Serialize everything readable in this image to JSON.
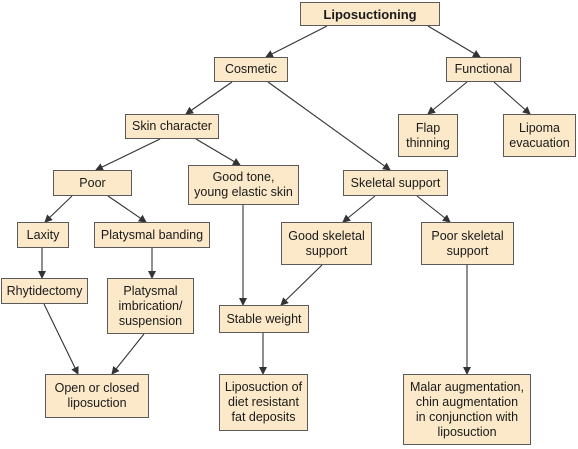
{
  "nodes": {
    "liposuctioning": {
      "label": "Liposuctioning"
    },
    "cosmetic": {
      "label": "Cosmetic"
    },
    "functional": {
      "label": "Functional"
    },
    "flap_thinning": {
      "line1": "Flap",
      "line2": "thinning"
    },
    "lipoma_evacuation": {
      "line1": "Lipoma",
      "line2": "evacuation"
    },
    "skin_character": {
      "label": "Skin character"
    },
    "poor": {
      "label": "Poor"
    },
    "good_tone": {
      "line1": "Good tone,",
      "line2": "young elastic skin"
    },
    "skeletal_support": {
      "label": "Skeletal support"
    },
    "laxity": {
      "label": "Laxity"
    },
    "platysmal_banding": {
      "label": "Platysmal banding"
    },
    "good_skeletal_support": {
      "line1": "Good skeletal",
      "line2": "support"
    },
    "poor_skeletal_support": {
      "line1": "Poor skeletal",
      "line2": "support"
    },
    "rhytidectomy": {
      "label": "Rhytidectomy"
    },
    "platysmal_imbrication": {
      "line1": "Platysmal",
      "line2": "imbrication/",
      "line3": "suspension"
    },
    "stable_weight": {
      "label": "Stable weight"
    },
    "open_closed_liposuction": {
      "line1": "Open or closed",
      "line2": "liposuction"
    },
    "liposuction_diet_resistant": {
      "line1": "Liposuction of",
      "line2": "diet resistant",
      "line3": "fat deposits"
    },
    "malar_augmentation": {
      "line1": "Malar augmentation,",
      "line2": "chin augmentation",
      "line3": "in conjunction with",
      "line4": "liposuction"
    }
  },
  "colors": {
    "node_fill": "#fbe9c9",
    "node_border": "#5a5a5a",
    "arrow": "#333333"
  }
}
